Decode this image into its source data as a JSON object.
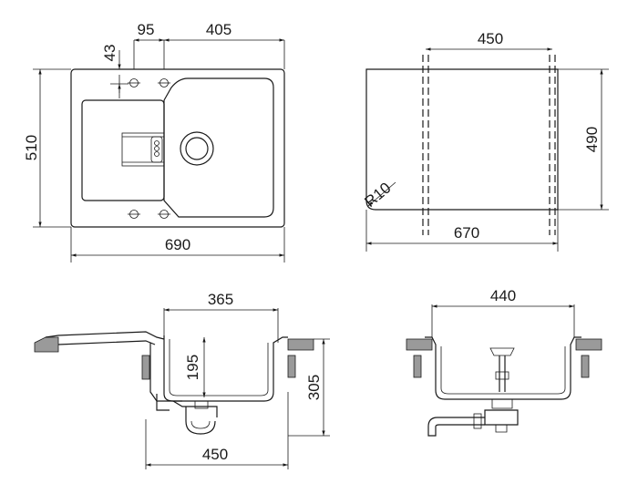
{
  "dimensions": {
    "d43": "43",
    "d95": "95",
    "d405": "405",
    "d510": "510",
    "d690": "690",
    "d450_top": "450",
    "d490": "490",
    "dR10": "R10",
    "d670": "670",
    "d365": "365",
    "d195": "195",
    "d305": "305",
    "d450_bottom": "450",
    "d440": "440"
  }
}
